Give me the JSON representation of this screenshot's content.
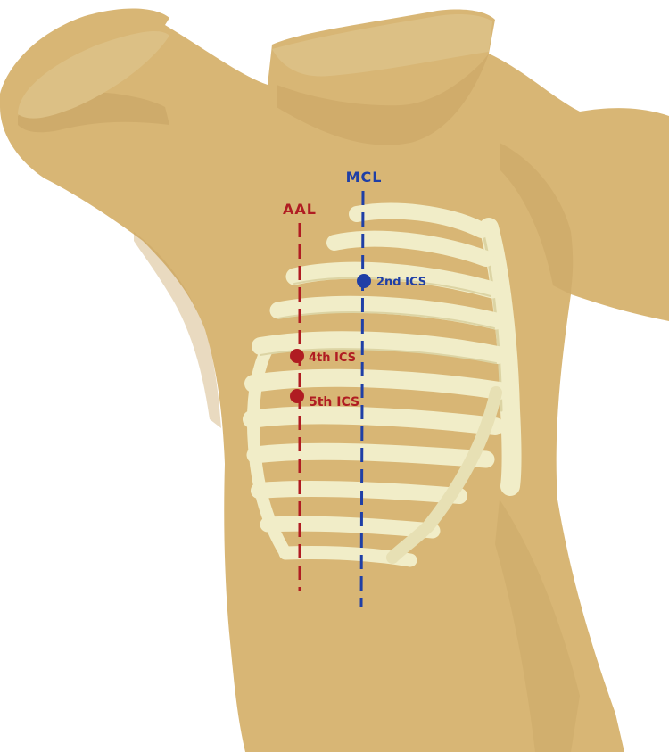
{
  "lines": {
    "aal": {
      "label": "AAL",
      "color": "#b01c22"
    },
    "mcl": {
      "label": "MCL",
      "color": "#1f3fa6"
    }
  },
  "landmarks": {
    "second_ics": {
      "label": "2nd ICS",
      "color": "#1f3fa6"
    },
    "fourth_ics": {
      "label": "4th ICS",
      "color": "#b01c22"
    },
    "fifth_ics": {
      "label": "5th ICS",
      "color": "#b01c22"
    }
  },
  "colors": {
    "skin": "#d8b675",
    "skin_shadow": "#c7a262",
    "bone": "#f1edc8",
    "bone_shadow": "#dcd4a4"
  }
}
